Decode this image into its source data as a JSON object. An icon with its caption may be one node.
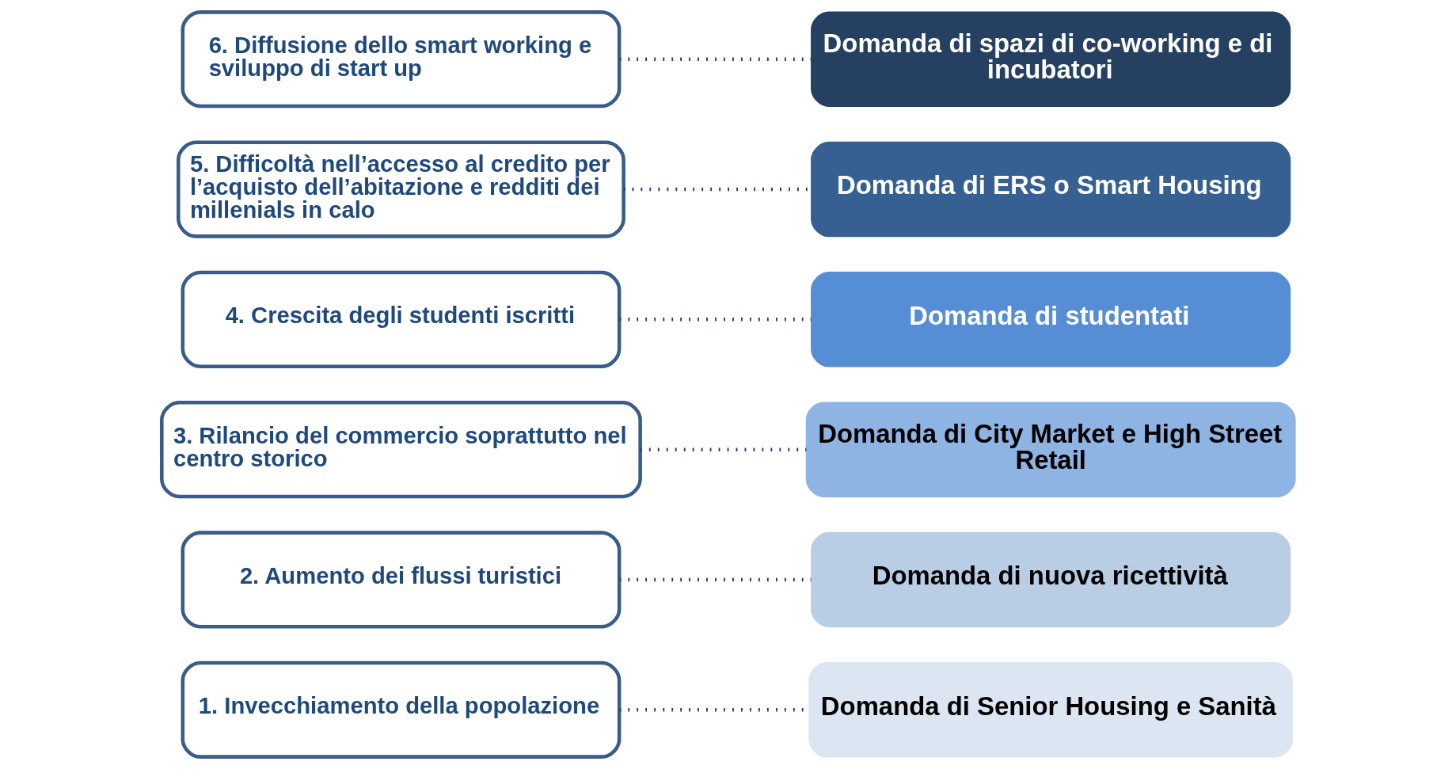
{
  "diagram": {
    "nodes": [
      {
        "text": [
          "1. Invecchiamento della popolazione"
        ]
      },
      {
        "text": [
          "Domanda di Senior Housing e Sanità"
        ]
      },
      {
        "text": [
          "2. Aumento dei flussi turistici"
        ]
      },
      {
        "text": [
          "Domanda di nuova ricettività"
        ]
      },
      {
        "text": [
          "3. Rilancio del commercio soprattutto nel centro storico"
        ]
      },
      {
        "text": [
          "Domanda di City Market e High Street Retail"
        ]
      },
      {
        "text": [
          "4. Crescita degli studenti iscritti"
        ]
      },
      {
        "text": [
          "Domanda di studentati"
        ]
      },
      {
        "text": [
          "5. Difficoltà nell’accesso al credito per l’acquisto dell’abitazione e redditi dei millenials in calo"
        ]
      },
      {
        "text": [
          "Domanda di ERS o Smart Housing"
        ]
      },
      {
        "text": [
          "6. Diffusione dello smart working e sviluppo di start up"
        ]
      },
      {
        "text": [
          "Domanda di spazi di co-working e di incubatori"
        ]
      }
    ],
    "edges": [
      {
        "from": 0,
        "to": 1,
        "arrow": "none",
        "style": "dashed"
      },
      {
        "from": 2,
        "to": 3,
        "arrow": "none",
        "style": "dashed"
      },
      {
        "from": 4,
        "to": 5,
        "arrow": "none",
        "style": "dashed"
      },
      {
        "from": 6,
        "to": 7,
        "arrow": "none",
        "style": "dashed"
      },
      {
        "from": 8,
        "to": 9,
        "arrow": "none",
        "style": "dashed"
      },
      {
        "from": 10,
        "to": 11,
        "arrow": "none",
        "style": "dashed"
      }
    ]
  }
}
